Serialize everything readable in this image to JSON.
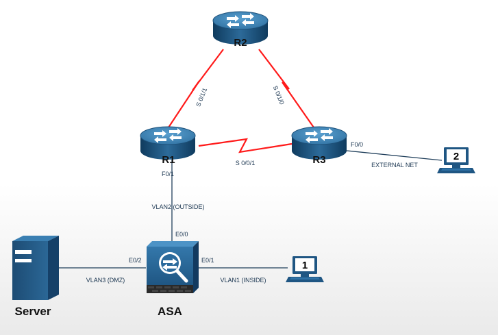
{
  "devices": {
    "r1": "R1",
    "r2": "R2",
    "r3": "R3",
    "asa": "ASA",
    "server": "Server",
    "pc1": "1",
    "pc2": "2"
  },
  "links": {
    "r2_r1_serial": "S 0/1/1",
    "r2_r3_serial": "S 0/1/0",
    "r1_r3_serial": "S 0/0/1",
    "r1_port": "F0/1",
    "vlan2": "VLAN2 (OUTSIDE)",
    "asa_e00": "E0/0",
    "asa_e02": "E0/2",
    "asa_e01": "E0/1",
    "vlan3": "VLAN3 (DMZ)",
    "vlan1": "VLAN1 (INSIDE)",
    "r3_port": "F0/0",
    "external": "EXTERNAL NET"
  },
  "colors": {
    "serial_link": "#ff1a1a",
    "ethernet_link": "#1f3e5a",
    "router_top": "#3e82b2",
    "router_side": "#1e5680",
    "device_label": "#111111",
    "port_label": "#1a3550"
  }
}
